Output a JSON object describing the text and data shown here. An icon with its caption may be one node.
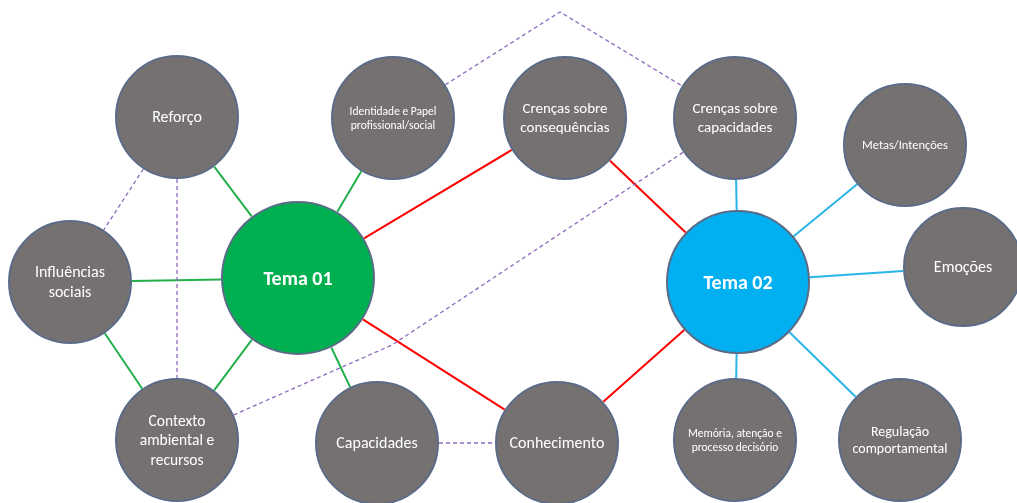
{
  "diagram": {
    "nodes": [
      {
        "text": [
          "Reforço"
        ]
      },
      {
        "text": [
          "Identidade e Papel profissional/social"
        ]
      },
      {
        "text": [
          "Crenças sobre consequências"
        ]
      },
      {
        "text": [
          "Crenças sobre capacidades"
        ]
      },
      {
        "text": [
          "Metas/Intenções"
        ]
      },
      {
        "text": [
          "Influências sociais"
        ]
      },
      {
        "text": [
          "Tema 01"
        ]
      },
      {
        "text": [
          "Tema 02"
        ]
      },
      {
        "text": [
          "Emoções"
        ]
      },
      {
        "text": [
          "Contexto ambiental e recursos"
        ]
      },
      {
        "text": [
          "Capacidades"
        ]
      },
      {
        "text": [
          "Conhecimento"
        ]
      },
      {
        "text": [
          "Memória, atenção e processo decisório"
        ]
      },
      {
        "text": [
          "Regulação comportamental"
        ]
      }
    ],
    "edges": [
      {
        "from": 6,
        "to": 0,
        "arrow": "none",
        "color": "#22b04b"
      },
      {
        "from": 6,
        "to": 1,
        "arrow": "none",
        "color": "#22b04b"
      },
      {
        "from": 6,
        "to": 5,
        "arrow": "none",
        "color": "#22b04b"
      },
      {
        "from": 6,
        "to": 9,
        "arrow": "none",
        "color": "#22b04b"
      },
      {
        "from": 6,
        "to": 10,
        "arrow": "none",
        "color": "#22b04b"
      },
      {
        "from": 5,
        "to": 9,
        "arrow": "none",
        "color": "#22b04b"
      },
      {
        "from": 6,
        "to": 2,
        "arrow": "none",
        "color": "#ff0000"
      },
      {
        "from": 6,
        "to": 11,
        "arrow": "none",
        "color": "#ff0000"
      },
      {
        "from": 11,
        "to": 7,
        "arrow": "none",
        "color": "#ff0000"
      },
      {
        "from": 2,
        "to": 7,
        "arrow": "none",
        "color": "#ff0000"
      },
      {
        "from": 7,
        "to": 3,
        "arrow": "none",
        "color": "#29b5e8"
      },
      {
        "from": 7,
        "to": 4,
        "arrow": "none",
        "color": "#29b5e8"
      },
      {
        "from": 7,
        "to": 8,
        "arrow": "none",
        "color": "#29b5e8"
      },
      {
        "from": 7,
        "to": 12,
        "arrow": "none",
        "color": "#29b5e8"
      },
      {
        "from": 7,
        "to": 13,
        "arrow": "none",
        "color": "#29b5e8"
      },
      {
        "from": 0,
        "to": 5,
        "arrow": "none",
        "style": "dashed",
        "color": "#8e6bbf"
      },
      {
        "from": 0,
        "to": 9,
        "arrow": "none",
        "style": "dashed",
        "color": "#8e6bbf"
      },
      {
        "from": 9,
        "to": 3,
        "arrow": "none",
        "style": "dashed",
        "color": "#8e6bbf"
      },
      {
        "from": 10,
        "to": 11,
        "arrow": "none",
        "style": "dashed",
        "color": "#8e6bbf"
      },
      {
        "from": 1,
        "to": 3,
        "arrow": "none",
        "style": "dashed",
        "color": "#8e6bbf"
      }
    ]
  }
}
